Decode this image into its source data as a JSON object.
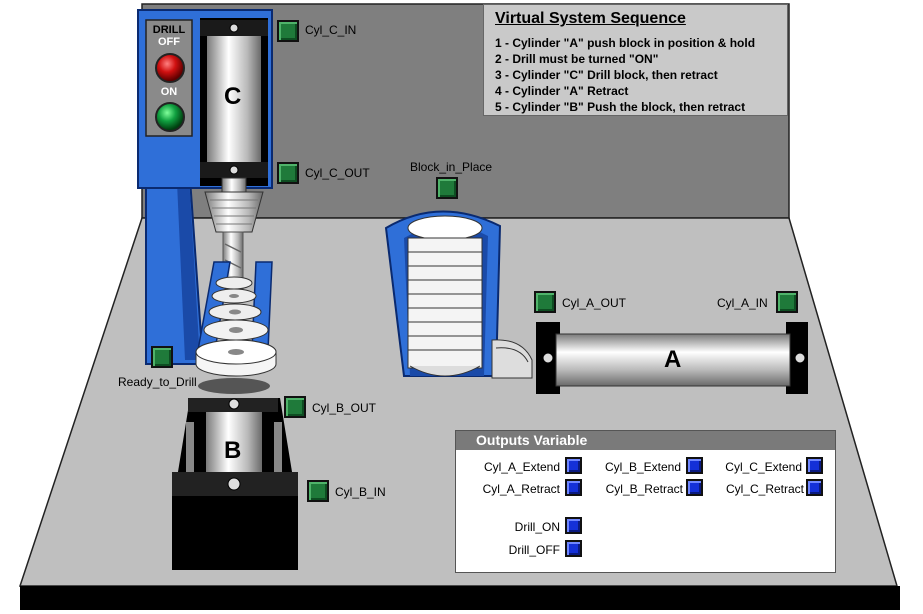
{
  "sequence": {
    "title": "Virtual System Sequence",
    "steps": [
      "1 - Cylinder \"A\" push block in position & hold",
      "2 - Drill must be turned \"ON\"",
      "3 - Cylinder \"C\" Drill block, then retract",
      "4 - Cylinder \"A\" Retract",
      "5 - Cylinder \"B\" Push the block, then retract"
    ]
  },
  "drill_panel": {
    "title": "DRILL",
    "off": "OFF",
    "on": "ON"
  },
  "cylinders": {
    "a": "A",
    "b": "B",
    "c": "C"
  },
  "sensors": {
    "cyl_c_in": "Cyl_C_IN",
    "cyl_c_out": "Cyl_C_OUT",
    "block_in_place": "Block_in_Place",
    "cyl_a_out": "Cyl_A_OUT",
    "cyl_a_in": "Cyl_A_IN",
    "ready_to_drill": "Ready_to_Drill",
    "cyl_b_out": "Cyl_B_OUT",
    "cyl_b_in": "Cyl_B_IN"
  },
  "outputs": {
    "title": "Outputs Variable",
    "cyl_a_extend": "Cyl_A_Extend",
    "cyl_a_retract": "Cyl_A_Retract",
    "cyl_b_extend": "Cyl_B_Extend",
    "cyl_b_retract": "Cyl_B_Retract",
    "cyl_c_extend": "Cyl_C_Extend",
    "cyl_c_retract": "Cyl_C_Retract",
    "drill_on": "Drill_ON",
    "drill_off": "Drill_OFF"
  },
  "colors": {
    "sensor_green": "#1f7a3a",
    "output_blue": "#1430d8",
    "frame_blue": "#2f6fd8",
    "lamp_red": "#d01010",
    "lamp_green": "#10a040"
  }
}
